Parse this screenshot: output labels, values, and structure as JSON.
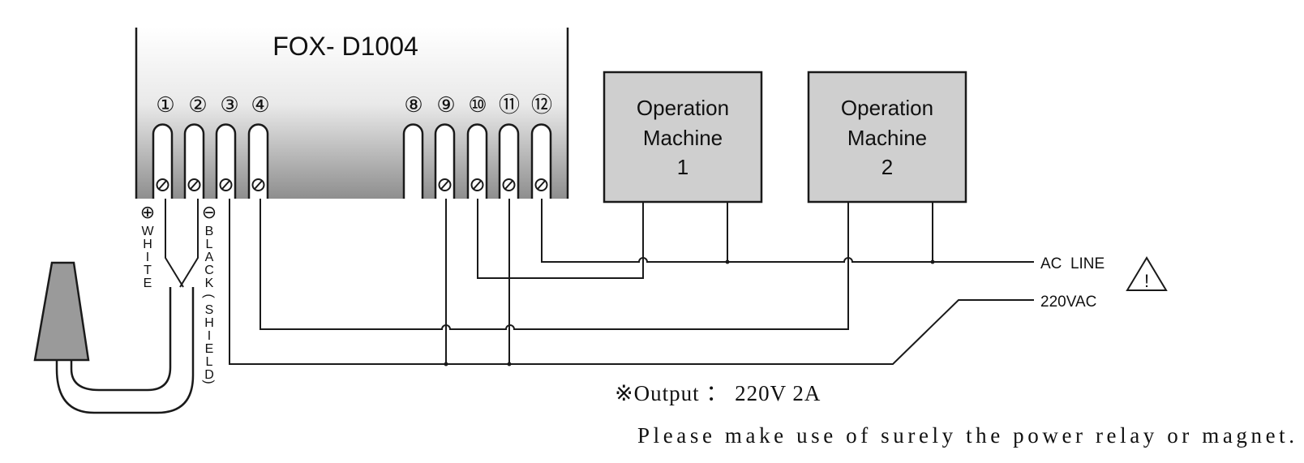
{
  "device": {
    "model": "FOX- D1004",
    "terminals": [
      "①",
      "②",
      "③",
      "④",
      "⑧",
      "⑨",
      "⑩",
      "⑪",
      "⑫"
    ]
  },
  "sensor": {
    "positive_symbol": "⊕",
    "positive_label": [
      "W",
      "H",
      "I",
      "T",
      "E"
    ],
    "negative_symbol": "⊖",
    "negative_label": [
      "B",
      "L",
      "A",
      "C",
      "K",
      "(",
      "S",
      "H",
      "I",
      "E",
      "L",
      "D",
      ")"
    ]
  },
  "machines": [
    {
      "line1": "Operation",
      "line2": "Machine",
      "line3": "1"
    },
    {
      "line1": "Operation",
      "line2": "Machine",
      "line3": "2"
    }
  ],
  "power": {
    "line1": "AC  LINE",
    "line2": "220VAC",
    "warning_mark": "!"
  },
  "notes": {
    "output": "※Output ： 220V 2A",
    "advice": "Please make use of surely the power relay or magnet."
  },
  "colors": {
    "machine_fill": "#cfcfcf",
    "probe_fill": "#9a9a9a",
    "line": "#1a1a1a"
  }
}
